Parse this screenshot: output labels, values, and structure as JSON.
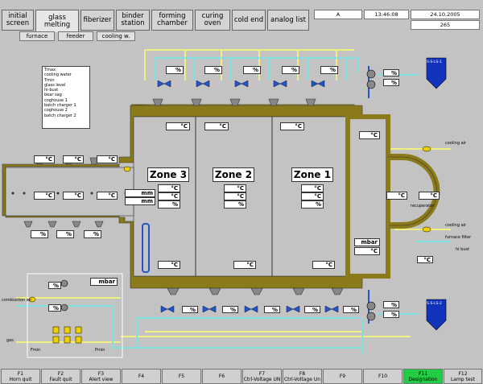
{
  "header": {
    "tabs": [
      {
        "label": "initial\nscreen"
      },
      {
        "label": "glass\nmelting"
      },
      {
        "label": "fiberizer"
      },
      {
        "label": "binder\nstation"
      },
      {
        "label": "forming\nchamber"
      },
      {
        "label": "curing oven"
      },
      {
        "label": "cold end"
      },
      {
        "label": "analog list"
      }
    ],
    "subtabs": [
      "furnace",
      "feeder",
      "cooling w."
    ],
    "info": {
      "mode": "A",
      "time": "13:46:08",
      "date": "24.10.2005",
      "code": "265"
    }
  },
  "legend": {
    "items": [
      "Tmax",
      "cooling water",
      "Tmin",
      "glass level",
      "hi-bust",
      "bear sag",
      "coghouse 1",
      "batch charger 1",
      "coghouse 2",
      "batch charger 2"
    ]
  },
  "zones": {
    "zone3": "Zone 3",
    "zone2": "Zone 2",
    "zone1": "Zone 1"
  },
  "units": {
    "c": "°C",
    "pct": "%",
    "mm": "mm",
    "mbar": "mbar"
  },
  "labels": {
    "cooling_air_1": "cooling air",
    "cooling_air_2": "cooling air",
    "furnace_filter": "furnace filter",
    "recuperator": "recuperator",
    "combustion_air": "combustion air",
    "gas": "gas",
    "fmin": "Fmin",
    "pmin": "Pmin",
    "hi_bust": "hi bust",
    "ss1": "S-S-LS-1",
    "ss2": "S-S-LS-2"
  },
  "fkeys": [
    {
      "key": "F1",
      "label": "Horn quit"
    },
    {
      "key": "F2",
      "label": "Fault quit"
    },
    {
      "key": "F3",
      "label": "Alert view"
    },
    {
      "key": "F4",
      "label": ""
    },
    {
      "key": "F5",
      "label": ""
    },
    {
      "key": "F6",
      "label": ""
    },
    {
      "key": "F7",
      "label": "Ctrl-Voltage UN"
    },
    {
      "key": "F8",
      "label": "Ctrl-Voltage Un"
    },
    {
      "key": "F9",
      "label": ""
    },
    {
      "key": "F10",
      "label": ""
    },
    {
      "key": "F11",
      "label": "Designation"
    },
    {
      "key": "F12",
      "label": "Lamp test"
    }
  ],
  "colors": {
    "background": "#c3c3c3",
    "furnace_wall": "#8b7a1a",
    "air_line": "#7fe0e0",
    "gas_line": "#f0f080",
    "valve_blue": "#2255cc",
    "tank_blue": "#1133bb",
    "active_fkey": "#22cc44"
  }
}
